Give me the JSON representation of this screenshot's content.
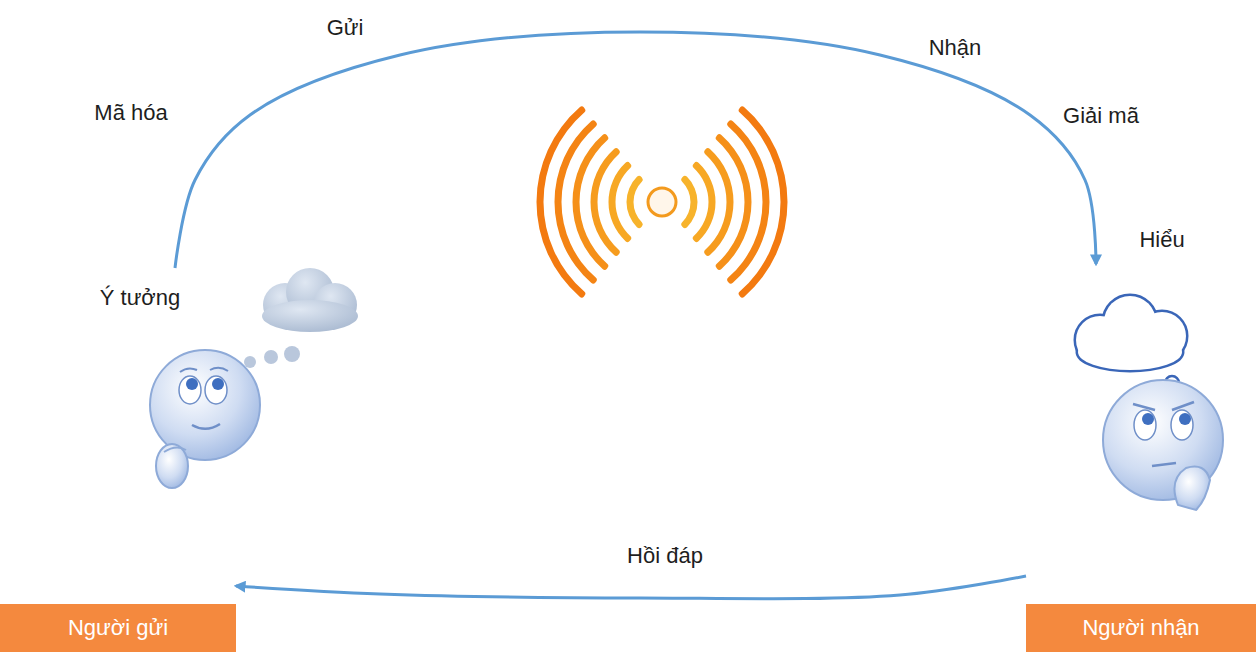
{
  "diagram": {
    "nodes": [
      {
        "text": [
          "Người gửi"
        ]
      },
      {
        "text": [
          "Người nhận"
        ]
      }
    ],
    "edges": [
      {
        "from": 0,
        "to": 1,
        "arrow": "to"
      },
      {
        "from": 1,
        "to": 0,
        "arrow": "to",
        "label": "Hồi đáp"
      }
    ],
    "labels": [
      "Gửi",
      "Nhận",
      "Mã hóa",
      "Giải mã",
      "Hiểu",
      "Ý tưởng"
    ]
  }
}
